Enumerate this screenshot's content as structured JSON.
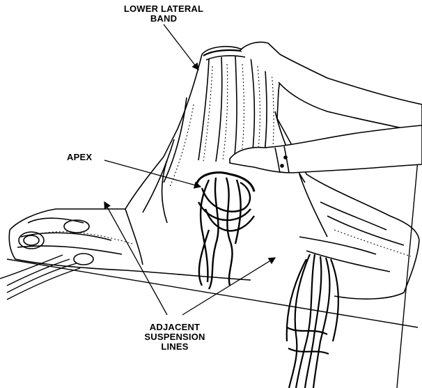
{
  "labels": {
    "lower_lateral_band": [
      "LOWER LATERAL",
      "BAND"
    ],
    "apex": "APEX",
    "adjacent_suspension_lines": [
      "ADJACENT",
      "SUSPENSION",
      "LINES"
    ]
  }
}
